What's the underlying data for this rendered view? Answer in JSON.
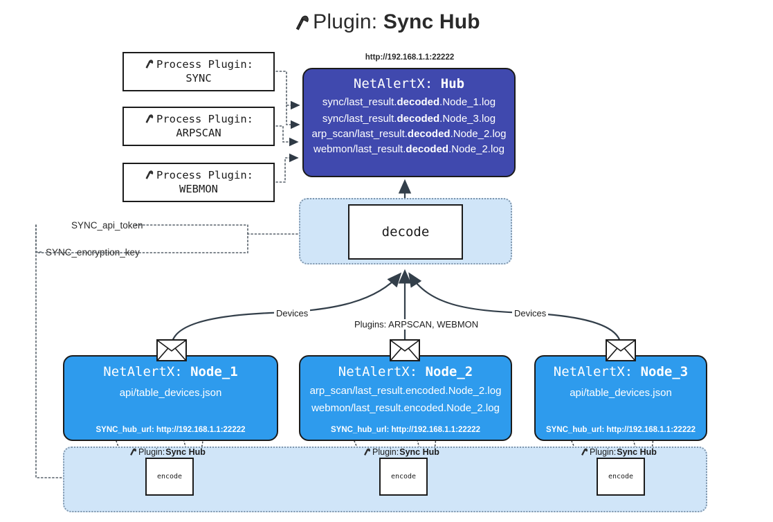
{
  "title": {
    "icon": "plug-icon",
    "prefix": "Plugin:",
    "name": "Sync Hub"
  },
  "hub": {
    "url": "http://192.168.1.1:22222",
    "title_prefix": "NetAlertX:",
    "title_name": "Hub",
    "lines": [
      {
        "pre": "sync/last_result.",
        "em": "decoded",
        "post": ".Node_1.log"
      },
      {
        "pre": "sync/last_result.",
        "em": "decoded",
        "post": ".Node_3.log"
      },
      {
        "pre": "arp_scan/last_result.",
        "em": "decoded",
        "post": ".Node_2.log"
      },
      {
        "pre": "webmon/last_result.",
        "em": "decoded",
        "post": ".Node_2.log"
      }
    ]
  },
  "process_plugins": [
    {
      "icon": "plug-icon",
      "label": "Process Plugin:",
      "name": "SYNC"
    },
    {
      "icon": "plug-icon",
      "label": "Process Plugin:",
      "name": "ARPSCAN"
    },
    {
      "icon": "plug-icon",
      "label": "Process Plugin:",
      "name": "WEBMON"
    }
  ],
  "secrets": [
    {
      "label": "SYNC_api_token"
    },
    {
      "label": "SYNC_encryption_key"
    }
  ],
  "decode": {
    "label": "decode"
  },
  "edge_labels": {
    "devices_left": "Devices",
    "devices_right": "Devices",
    "plugins_mid": "Plugins: ARPSCAN, WEBMON"
  },
  "nodes": [
    {
      "icon": "envelope-icon",
      "title_prefix": "NetAlertX:",
      "title_name": "Node_1",
      "lines": [
        "api/table_devices.json"
      ],
      "footer": "SYNC_hub_url: http://192.168.1.1:22222"
    },
    {
      "icon": "envelope-icon",
      "title_prefix": "NetAlertX:",
      "title_name": "Node_2",
      "lines": [
        "arp_scan/last_result.encoded.Node_2.log",
        "webmon/last_result.encoded.Node_2.log"
      ],
      "footer": "SYNC_hub_url: http://192.168.1.1:22222"
    },
    {
      "icon": "envelope-icon",
      "title_prefix": "NetAlertX:",
      "title_name": "Node_3",
      "lines": [
        "api/table_devices.json"
      ],
      "footer": "SYNC_hub_url: http://192.168.1.1:22222"
    }
  ],
  "encoders": [
    {
      "caption_prefix": "Plugin:",
      "caption_name": "Sync Hub",
      "label": "encode"
    },
    {
      "caption_prefix": "Plugin:",
      "caption_name": "Sync Hub",
      "label": "encode"
    },
    {
      "caption_prefix": "Plugin:",
      "caption_name": "Sync Hub",
      "label": "encode"
    }
  ],
  "colors": {
    "hub_fill": "#4049ae",
    "node_fill": "#2e9bed",
    "band_fill": "#d0e5f8",
    "stroke": "#1b1b1b",
    "band_stroke": "#7f95ab"
  }
}
